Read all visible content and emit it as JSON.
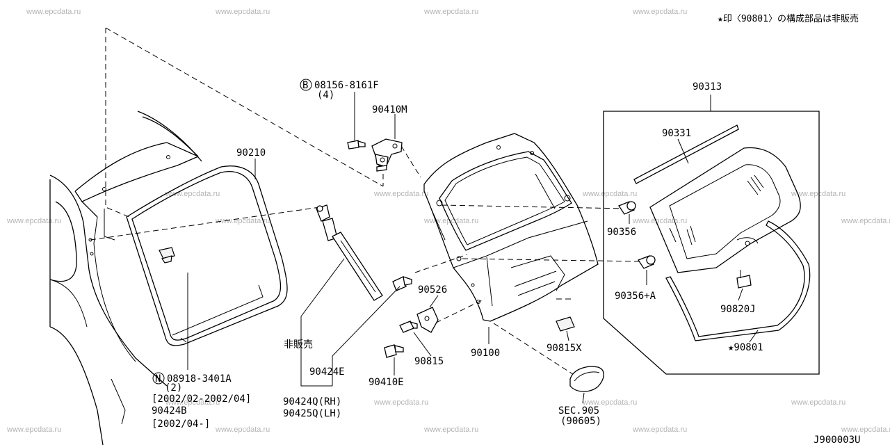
{
  "watermark": "www.epcdata.ru",
  "note": "★印〈90801〉の構成部品は非販売",
  "diagram_code": "J900003U",
  "labels": {
    "bolt_code": "08156-8161F",
    "bolt_qty": "(4)",
    "hinge": "90410M",
    "seal": "90210",
    "clip_code": "08918-3401A",
    "clip_qty": "(2)",
    "clip_date1": "[2002/02-2002/04]",
    "clip_alt": "90424B",
    "clip_date2": "[2002/04-]",
    "not_sold": "非販売",
    "stay": "90424E",
    "stay_rh": "90424Q(RH)",
    "stay_lh": "90425Q(LH)",
    "bracket": "90526",
    "striker": "90815",
    "bolt2": "90410E",
    "door": "90100",
    "pad": "90815X",
    "sec_ref": "SEC.905",
    "sec_sub": "(90605)",
    "glass_assy": "90313",
    "moulding": "90331",
    "fastener": "90356",
    "fastener2": "90356+A",
    "clip_glass": "90820J",
    "glass": "★90801"
  }
}
